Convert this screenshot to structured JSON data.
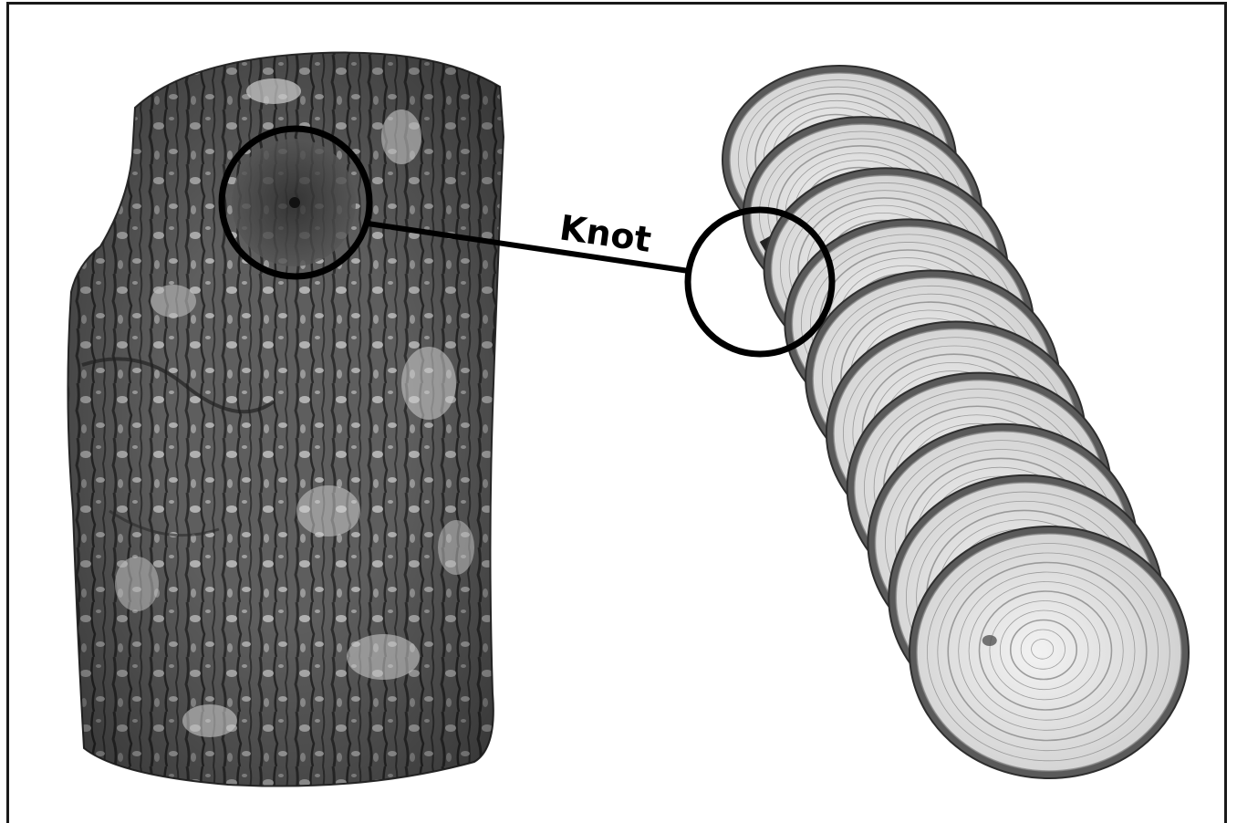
{
  "figure": {
    "callout_label": "Knot"
  },
  "colors": {
    "frame": "#1a1a1a",
    "bark_dark": "#3a3a3a",
    "bark_mid": "#6e6e6e",
    "bark_light": "#b8b8b8",
    "wood_ring": "#8a8a8a",
    "wood_face": "#e6e6e6",
    "callout": "#000000"
  },
  "icons": {
    "log": "tree-log-photo",
    "slices": "log-slices-photo"
  }
}
